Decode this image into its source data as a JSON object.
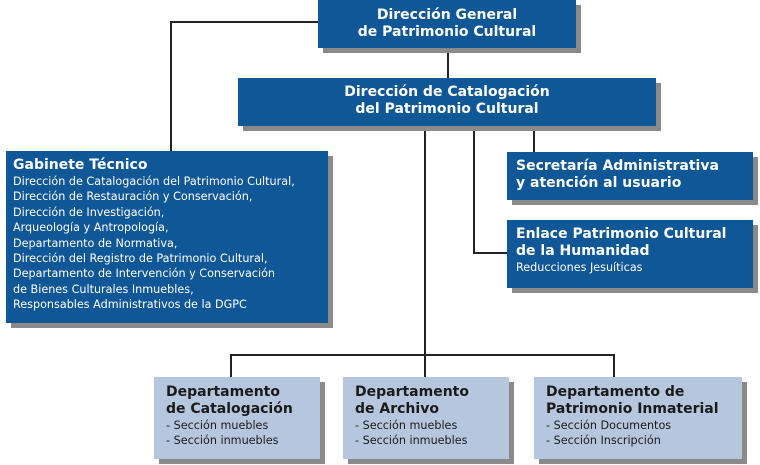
{
  "colors": {
    "dark_box": "#0f5797",
    "light_box": "#b7c6df",
    "shadow": "#8a8a8a",
    "connector": "#222222"
  },
  "direccion_general": {
    "line1": "Dirección General",
    "line2": "de Patrimonio Cultural"
  },
  "direccion_catalogacion": {
    "line1": "Dirección de Catalogación",
    "line2": "del Patrimonio Cultural"
  },
  "gabinete": {
    "title": "Gabinete Técnico",
    "items": [
      "Dirección de Catalogación del Patrimonio Cultural,",
      "Dirección de Restauración y Conservación,",
      "Dirección de Investigación,",
      "Arqueología y Antropología,",
      "Departamento de Normativa,",
      "Dirección del Registro de Patrimonio Cultural,",
      "Departamento de Intervención y Conservación",
      "de Bienes Culturales Inmuebles,",
      "Responsables Administrativos de la DGPC"
    ]
  },
  "secretaria": {
    "line1": "Secretaría Administrativa",
    "line2": "y atención al usuario"
  },
  "enlace": {
    "line1": "Enlace Patrimonio Cultural",
    "line2": "de la Humanidad",
    "sub": "Reducciones Jesuíticas"
  },
  "departamentos": [
    {
      "line1": "Departamento",
      "line2": "de Catalogación",
      "items": [
        "- Sección muebles",
        "- Sección inmuebles"
      ]
    },
    {
      "line1": "Departamento",
      "line2": "de Archivo",
      "items": [
        "- Sección muebles",
        "- Sección inmuebles"
      ]
    },
    {
      "line1": "Departamento de",
      "line2": "Patrimonio Inmaterial",
      "items": [
        "- Sección Documentos",
        "- Sección Inscripción"
      ]
    }
  ]
}
